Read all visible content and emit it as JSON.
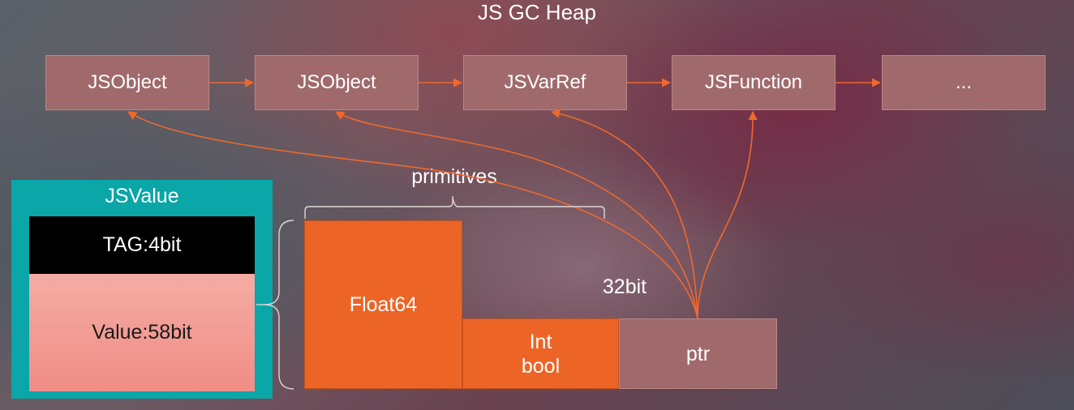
{
  "heap": {
    "title": "JS GC Heap",
    "nodes": [
      {
        "label": "JSObject"
      },
      {
        "label": "JSObject"
      },
      {
        "label": "JSVarRef"
      },
      {
        "label": "JSFunction"
      },
      {
        "label": "..."
      }
    ]
  },
  "jsvalue": {
    "title": "JSValue",
    "tag": "TAG:4bit",
    "value": "Value:58bit"
  },
  "primitives": {
    "brace_label": "primitives",
    "float": "Float64",
    "int_line1": "Int",
    "int_line2": "bool",
    "ptr": "ptr",
    "width_label": "32bit"
  },
  "colors": {
    "heap_node": "#a06a6c",
    "jsvalue_frame": "#0aa6a8",
    "tag_bg": "#000000",
    "value_bg": "#f4aca4",
    "primitive_bg": "#ec6527",
    "arrow": "#ee6a2c"
  }
}
